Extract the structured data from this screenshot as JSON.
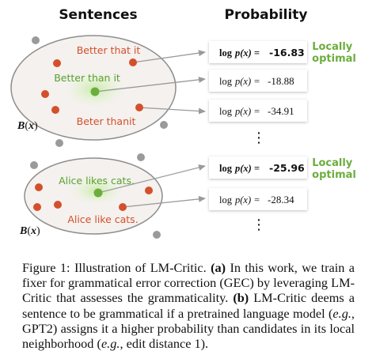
{
  "figure": {
    "headers": {
      "sentences": "Sentences",
      "probability": "Probability"
    },
    "panel_a": {
      "set_label": {
        "prefix": "B",
        "var": "x"
      },
      "sentences": [
        {
          "text": "Better that it",
          "role": "neighbor"
        },
        {
          "text": "Better than it",
          "role": "center"
        },
        {
          "text": "Beter thanit",
          "role": "neighbor"
        }
      ],
      "scores": [
        {
          "prefix": "log",
          "expr": "p(x) =",
          "value": "-16.83",
          "bold": true
        },
        {
          "prefix": "log",
          "expr": "p(x) =",
          "value": "-18.88",
          "bold": false
        },
        {
          "prefix": "log",
          "expr": "p(x) =",
          "value": "-34.91",
          "bold": false
        }
      ],
      "annotation": [
        "Locally",
        "optimal"
      ],
      "ellipsis": "⋮"
    },
    "panel_b": {
      "set_label": {
        "prefix": "B",
        "var": "x"
      },
      "sentences": [
        {
          "text": "Alice likes cats.",
          "role": "center"
        },
        {
          "text": "Alice like cats.",
          "role": "neighbor"
        }
      ],
      "scores": [
        {
          "prefix": "log",
          "expr": "p(x) =",
          "value": "-25.96",
          "bold": true
        },
        {
          "prefix": "log",
          "expr": "p(x) =",
          "value": "-28.34",
          "bold": false
        }
      ],
      "annotation": [
        "Locally",
        "optimal"
      ],
      "ellipsis": "⋮"
    },
    "colors": {
      "center_text": "#5aa02c",
      "neighbor_text": "#d4502a",
      "dot_red": "#d4502a",
      "dot_green": "#6cae3d",
      "dot_gray": "#9a9a9a",
      "annotation": "#6cae3d",
      "ellipse_fill": "#f4f1ef",
      "ellipse_stroke": "#8e8e8e"
    }
  },
  "caption": {
    "figure_label": "Figure 1:",
    "intro": " Illustration of LM-Critic. ",
    "a_label": "(a)",
    "a_text": " In this work, we train a fixer for grammatical error correction (GEC) by leveraging LM-Critic that assesses the grammaticality. ",
    "b_label": "(b)",
    "b_text_1": " LM-Critic deems a sentence to be grammatical if a pretrained language model (",
    "eg1": "e.g.",
    "b_text_2": ", GPT2) assigns it a higher probability than candidates in its local neighborhood (",
    "eg2": "e.g.",
    "b_text_3": ", edit distance 1)."
  }
}
